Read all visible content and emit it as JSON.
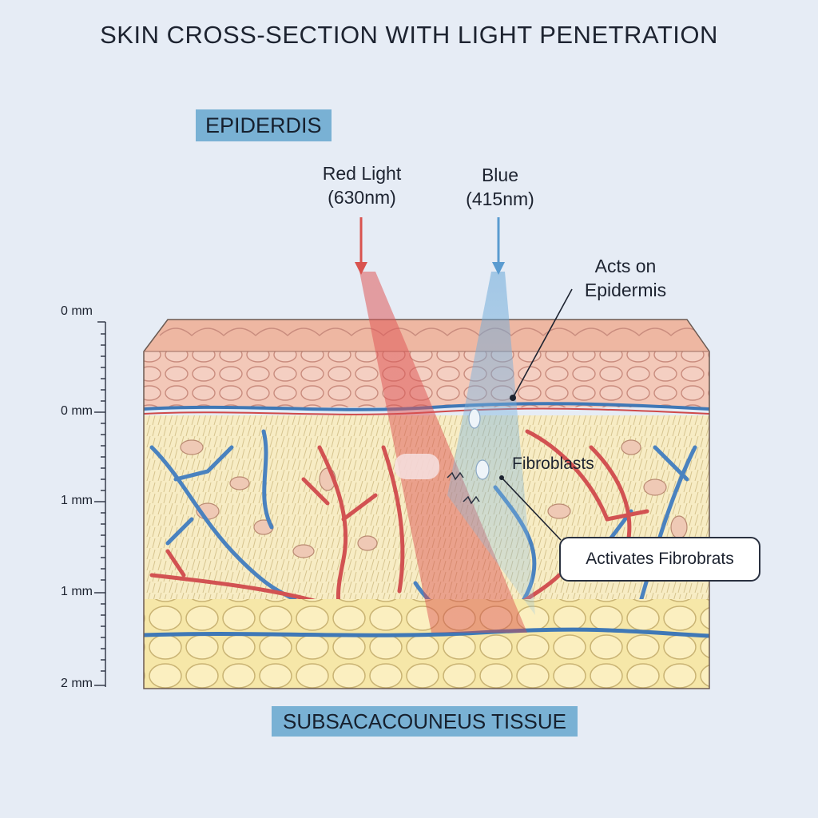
{
  "title": "SKIN CROSS-SECTION WITH LIGHT PENETRATION",
  "labels": {
    "epidermis_box": "EPIDERDIS",
    "subcutaneous_box": "SUBSACACOUNEUS TISSUE",
    "red_light_line1": "Red Light",
    "red_light_line2": "(630nm)",
    "blue_light_line1": "Blue",
    "blue_light_line2": "(415nm)",
    "acts_line1": "Acts on",
    "acts_line2": "Epidermis",
    "fibroblasts": "Fibroblasts",
    "activates_callout": "Activates Fibrobrats"
  },
  "ruler": {
    "ticks": [
      "0 mm",
      "0 mm",
      "1 mm",
      "1 mm",
      "2 mm"
    ]
  },
  "colors": {
    "background": "#e6ecf5",
    "epidermis": "#f0c2b0",
    "dermis": "#f7ecc4",
    "fat": "#f6e7a8",
    "red_light": "#e05a5a",
    "blue_light": "#6aa8d8",
    "label_box": "#79b1d4"
  }
}
